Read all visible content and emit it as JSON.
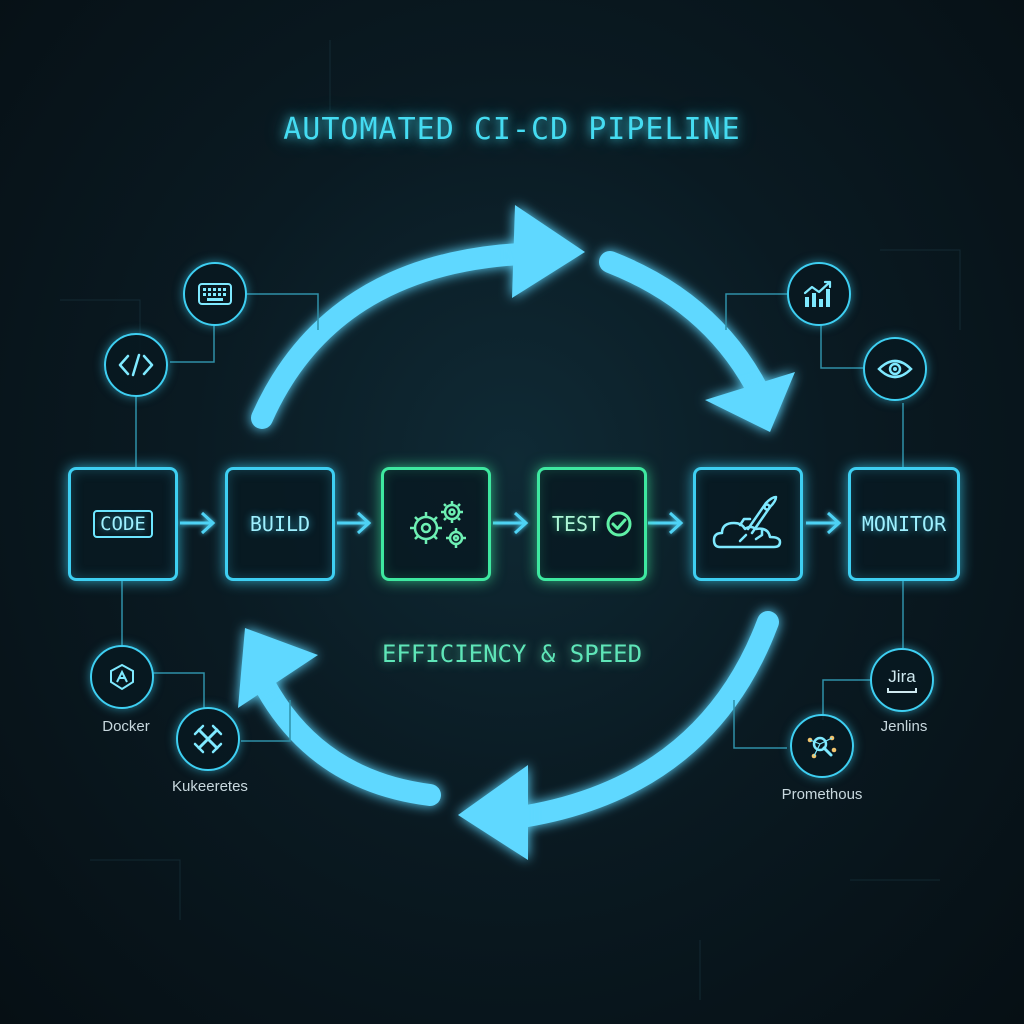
{
  "title": "AUTOMATED CI-CD PIPELINE",
  "subtitle": "EFFICIENCY & SPEED",
  "stages": [
    {
      "id": "code",
      "label": "CODE",
      "icon": "code-chip"
    },
    {
      "id": "build",
      "label": "BUILD",
      "icon": ""
    },
    {
      "id": "integrate",
      "label": "",
      "icon": "gears-icon"
    },
    {
      "id": "test",
      "label": "TEST",
      "icon": "check-icon"
    },
    {
      "id": "deploy",
      "label": "",
      "icon": "rocket-cloud-icon"
    },
    {
      "id": "monitor",
      "label": "MONITOR",
      "icon": ""
    }
  ],
  "tools": {
    "keyboard": {
      "label": "",
      "icon": "keyboard-icon"
    },
    "code_tags": {
      "label": "",
      "icon": "code-tags-icon"
    },
    "docker": {
      "label": "Docker",
      "icon": "docker-icon"
    },
    "kubernetes": {
      "label": "Kukeeretes",
      "icon": "kubernetes-icon"
    },
    "analytics": {
      "label": "",
      "icon": "chart-icon"
    },
    "eye": {
      "label": "",
      "icon": "eye-icon"
    },
    "jira": {
      "label": "Jenlins",
      "icon_text": "Jira"
    },
    "prometheus": {
      "label": "Promethous",
      "icon": "prometheus-icon"
    }
  },
  "colors": {
    "accent_cyan": "#3ecff2",
    "accent_green": "#3ee8a0",
    "background": "#0a1a22"
  }
}
